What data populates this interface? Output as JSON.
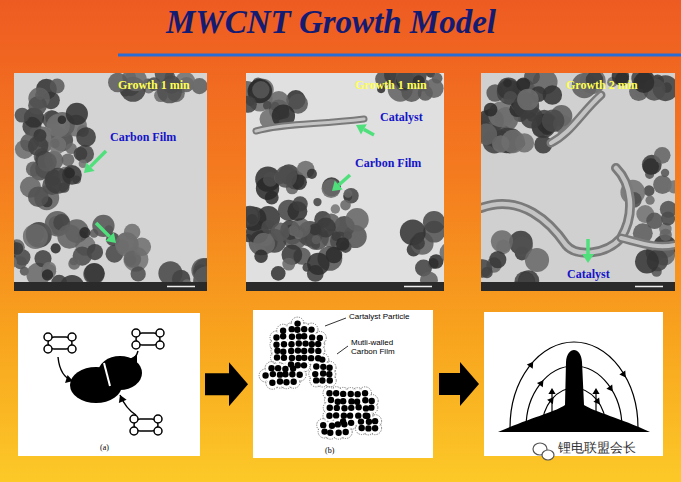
{
  "diagram": {
    "title": "MWCNT Growth Model",
    "nodes": [
      {
        "text": [
          "Growth 1 min",
          "Carbon Film"
        ]
      },
      {
        "text": [
          "Growth 1 min",
          "Catalyst",
          "Carbon Film"
        ]
      },
      {
        "text": [
          "Growth 2 min",
          "Catalyst"
        ]
      },
      {
        "text": [
          "(a)"
        ]
      },
      {
        "text": [
          "Cartalyst Particle",
          "Mutli-walled Carbon Film",
          "(b)"
        ]
      }
    ],
    "edges": [
      {
        "from": 3,
        "to": 4,
        "arrow": "to"
      }
    ],
    "labels": [
      "锂电联盟会长"
    ]
  }
}
